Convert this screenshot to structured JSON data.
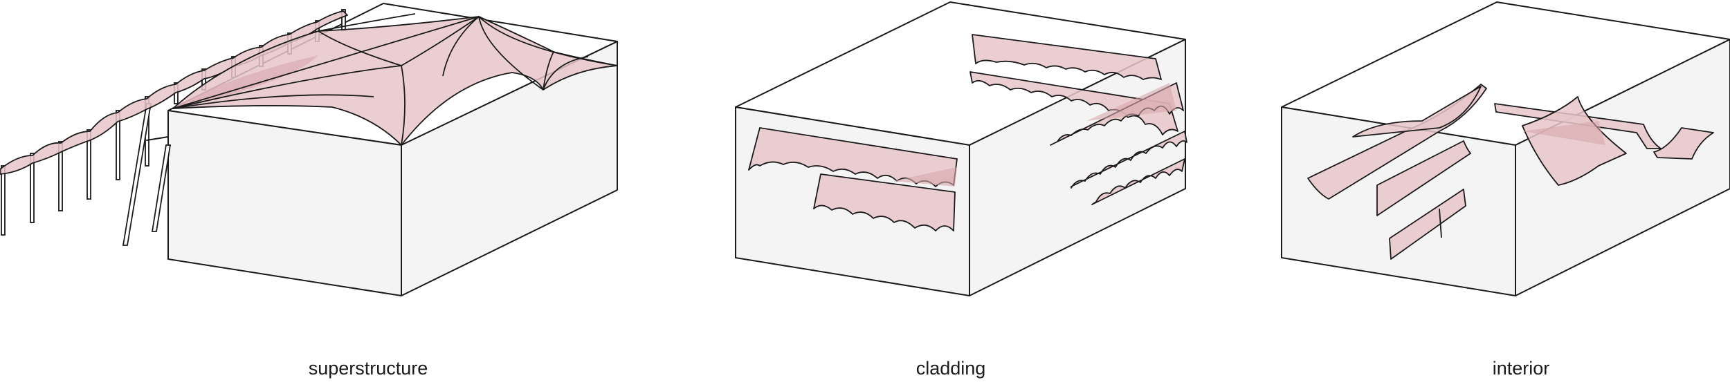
{
  "diagram": {
    "panels": [
      {
        "id": "superstructure",
        "label": "superstructure"
      },
      {
        "id": "cladding",
        "label": "cladding"
      },
      {
        "id": "interior",
        "label": "interior"
      }
    ],
    "colors": {
      "membrane": "#e7c6c9",
      "box_face": "#f4f4f4",
      "outline": "#1a1a1a"
    }
  }
}
